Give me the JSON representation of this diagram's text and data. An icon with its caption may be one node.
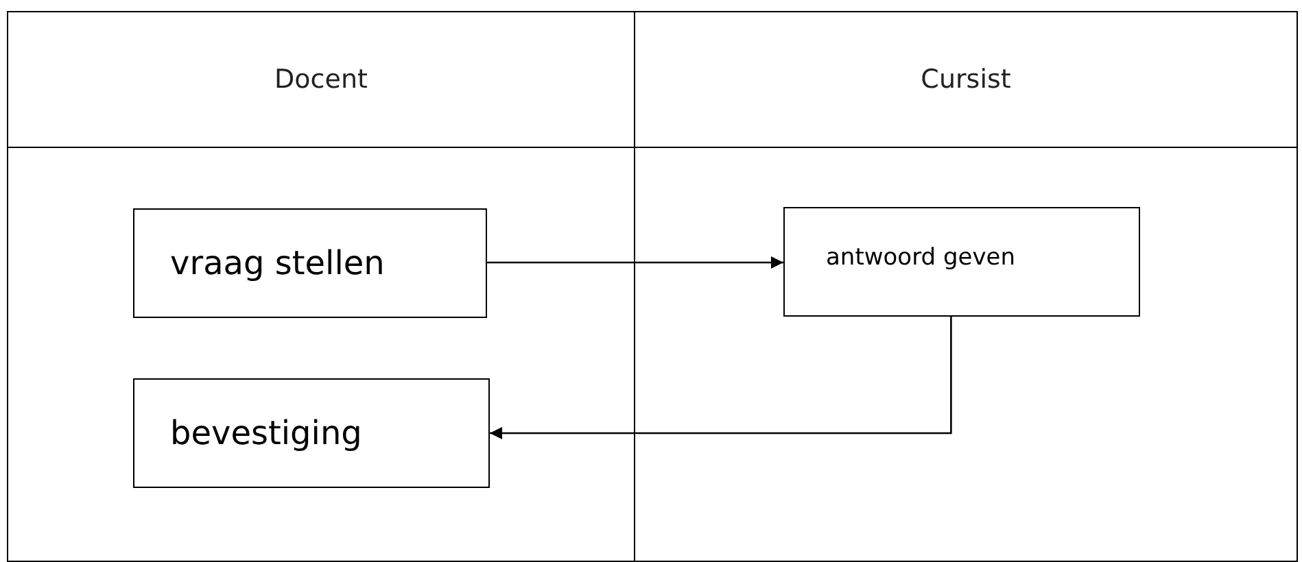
{
  "diagram": {
    "nodes": [
      {
        "text": [
          "Docent"
        ]
      },
      {
        "text": [
          "Cursist"
        ]
      },
      {
        "text": [
          "vraag stellen"
        ],
        "in": 0
      },
      {
        "text": [
          "bevestiging"
        ],
        "in": 0
      },
      {
        "text": [
          "antwoord geven"
        ],
        "in": 1
      }
    ],
    "edges": [
      {
        "from": 2,
        "to": 4,
        "arrow": "to"
      },
      {
        "from": 4,
        "to": 3,
        "arrow": "to"
      }
    ]
  }
}
